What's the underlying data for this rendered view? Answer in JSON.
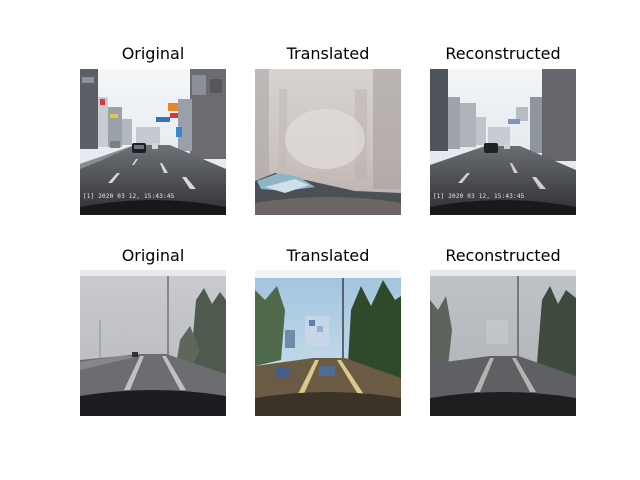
{
  "figure": {
    "rows": [
      {
        "panels": [
          {
            "title": "Original",
            "stamp": "[1] 2020 03 12, 15:43:45",
            "scene": "city-street-original"
          },
          {
            "title": "Translated",
            "stamp": "",
            "scene": "city-street-translated-fog"
          },
          {
            "title": "Reconstructed",
            "stamp": "[1] 2020 03 12, 15:43:45",
            "scene": "city-street-reconstructed"
          }
        ]
      },
      {
        "panels": [
          {
            "title": "Original",
            "stamp": "",
            "scene": "foggy-highway-original"
          },
          {
            "title": "Translated",
            "stamp": "",
            "scene": "foggy-highway-translated-clear"
          },
          {
            "title": "Reconstructed",
            "stamp": "",
            "scene": "foggy-highway-reconstructed"
          }
        ]
      }
    ]
  }
}
